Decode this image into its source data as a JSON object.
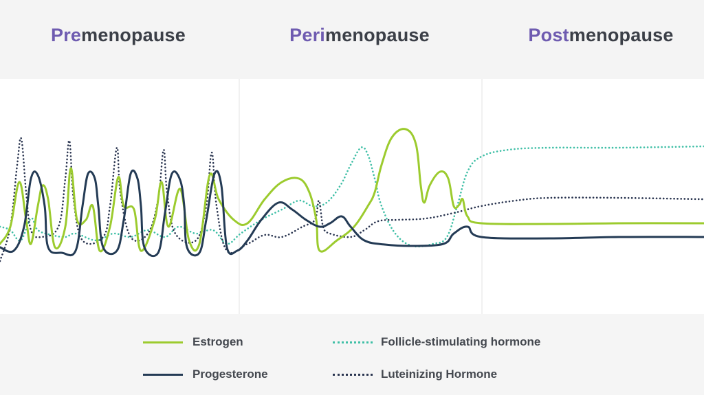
{
  "phases": [
    {
      "prefix": "Pre",
      "rest": "menopause"
    },
    {
      "prefix": "Peri",
      "rest": "menopause"
    },
    {
      "prefix": "Post",
      "rest": "menopause"
    }
  ],
  "colors": {
    "accent": "#6e5bb0",
    "estrogen": "#9ccb2e",
    "progesterone": "#243b55",
    "fsh": "#3fbfa6",
    "lh": "#2a3550"
  },
  "chart_data": {
    "type": "line",
    "title": "",
    "xlabel": "",
    "ylabel": "",
    "xlim": [
      0,
      102.4
    ],
    "ylim": [
      0,
      34.2
    ],
    "grid": false,
    "phase_boundaries": [
      34.8,
      70.1
    ],
    "legend_position": "bottom",
    "series": [
      {
        "name": "Estrogen",
        "style": "solid",
        "color": "#9ccb2e",
        "points": [
          [
            0,
            10.2
          ],
          [
            1.5,
            12.7
          ],
          [
            2.8,
            19.2
          ],
          [
            3.8,
            13.7
          ],
          [
            4.5,
            10.2
          ],
          [
            5.5,
            15.7
          ],
          [
            6.2,
            18.7
          ],
          [
            7,
            16.7
          ],
          [
            8,
            9.7
          ],
          [
            9.5,
            12.7
          ],
          [
            10.3,
            21.2
          ],
          [
            11.2,
            13.7
          ],
          [
            12.5,
            13.7
          ],
          [
            13.5,
            15.7
          ],
          [
            14.5,
            9.2
          ],
          [
            16,
            12.7
          ],
          [
            17.2,
            19.9
          ],
          [
            18,
            15.7
          ],
          [
            19.5,
            15.2
          ],
          [
            20.5,
            9.2
          ],
          [
            22.5,
            13.7
          ],
          [
            23.5,
            19.2
          ],
          [
            24.5,
            12.7
          ],
          [
            26.2,
            18.2
          ],
          [
            27.5,
            10.7
          ],
          [
            29,
            10.2
          ],
          [
            30.5,
            20.2
          ],
          [
            31.8,
            16.7
          ],
          [
            34,
            13.7
          ],
          [
            36,
            13.2
          ],
          [
            38.5,
            16.7
          ],
          [
            41,
            19.2
          ],
          [
            43.5,
            19.7
          ],
          [
            45,
            17.7
          ],
          [
            46,
            13.7
          ],
          [
            46.5,
            9.2
          ],
          [
            49,
            10.7
          ],
          [
            51.5,
            12.7
          ],
          [
            53.5,
            15.7
          ],
          [
            54.5,
            17.7
          ],
          [
            55.5,
            21.7
          ],
          [
            57,
            25.7
          ],
          [
            59,
            26.9
          ],
          [
            60.5,
            24.7
          ],
          [
            61.2,
            18.7
          ],
          [
            61.7,
            16.2
          ],
          [
            62.5,
            18.7
          ],
          [
            64,
            20.7
          ],
          [
            65.2,
            19.7
          ],
          [
            66,
            15.7
          ],
          [
            66.8,
            15.9
          ],
          [
            67.3,
            16.7
          ],
          [
            68,
            14.2
          ],
          [
            70,
            13.2
          ],
          [
            80,
            13.1
          ],
          [
            90,
            13.2
          ],
          [
            102.4,
            13.2
          ]
        ]
      },
      {
        "name": "Progesterone",
        "style": "solid",
        "color": "#243b55",
        "points": [
          [
            0,
            9.7
          ],
          [
            2,
            9.2
          ],
          [
            3.5,
            12.7
          ],
          [
            4.5,
            19.7
          ],
          [
            5.5,
            20.2
          ],
          [
            6.5,
            15.7
          ],
          [
            7,
            9.7
          ],
          [
            9,
            8.9
          ],
          [
            11,
            9.2
          ],
          [
            12,
            15.7
          ],
          [
            12.8,
            20.4
          ],
          [
            13.8,
            19.7
          ],
          [
            14.3,
            15.7
          ],
          [
            15,
            9.7
          ],
          [
            17,
            9.2
          ],
          [
            18,
            13.7
          ],
          [
            19,
            20.4
          ],
          [
            20,
            19.7
          ],
          [
            20.5,
            15.7
          ],
          [
            21,
            9.7
          ],
          [
            23,
            8.9
          ],
          [
            24,
            14.7
          ],
          [
            25,
            20.4
          ],
          [
            26.2,
            19.5
          ],
          [
            26.8,
            15.7
          ],
          [
            27.2,
            9.7
          ],
          [
            29,
            8.9
          ],
          [
            30,
            13.7
          ],
          [
            31.2,
            20.4
          ],
          [
            32.2,
            18.7
          ],
          [
            33,
            9.7
          ],
          [
            34.5,
            9.2
          ],
          [
            36,
            10.7
          ],
          [
            38,
            13.7
          ],
          [
            40.5,
            16.2
          ],
          [
            42.5,
            15.2
          ],
          [
            44.5,
            13.7
          ],
          [
            46.5,
            12.7
          ],
          [
            48,
            13.2
          ],
          [
            49.7,
            14.2
          ],
          [
            51,
            12.7
          ],
          [
            53,
            10.7
          ],
          [
            56,
            10.1
          ],
          [
            60,
            9.9
          ],
          [
            64.5,
            10.2
          ],
          [
            66,
            11.7
          ],
          [
            68,
            12.7
          ],
          [
            70,
            11.2
          ],
          [
            80,
            11
          ],
          [
            90,
            11.2
          ],
          [
            102.4,
            11.2
          ]
        ]
      },
      {
        "name": "Follicle-stimulating hormone",
        "style": "dotted",
        "color": "#3fbfa6",
        "points": [
          [
            0,
            12.7
          ],
          [
            1.5,
            12.2
          ],
          [
            3,
            10.7
          ],
          [
            4.5,
            13.9
          ],
          [
            5.5,
            12.2
          ],
          [
            7.5,
            11.5
          ],
          [
            9.5,
            11.2
          ],
          [
            11,
            11.7
          ],
          [
            14,
            10.7
          ],
          [
            16.5,
            11.7
          ],
          [
            19,
            11.2
          ],
          [
            21.5,
            12.2
          ],
          [
            24,
            11.2
          ],
          [
            26,
            12.7
          ],
          [
            28.5,
            11.7
          ],
          [
            31,
            12.2
          ],
          [
            33,
            10.2
          ],
          [
            35,
            11.7
          ],
          [
            38,
            13.7
          ],
          [
            41,
            15.2
          ],
          [
            43.5,
            16.5
          ],
          [
            45.5,
            15.7
          ],
          [
            47.5,
            16.2
          ],
          [
            49.5,
            18.7
          ],
          [
            51,
            21.7
          ],
          [
            52.5,
            24.2
          ],
          [
            53.5,
            23.2
          ],
          [
            54.5,
            19.7
          ],
          [
            55.5,
            15.7
          ],
          [
            57.5,
            11.7
          ],
          [
            60,
            9.9
          ],
          [
            63,
            10.2
          ],
          [
            65,
            11.2
          ],
          [
            66.5,
            15.7
          ],
          [
            68,
            20.7
          ],
          [
            70,
            22.9
          ],
          [
            74,
            23.9
          ],
          [
            80,
            24.2
          ],
          [
            90,
            24.2
          ],
          [
            102.4,
            24.4
          ]
        ]
      },
      {
        "name": "Luteinizing Hormone",
        "style": "dotted",
        "color": "#2a3550",
        "points": [
          [
            0,
            7.7
          ],
          [
            1.5,
            12.7
          ],
          [
            2.5,
            21.7
          ],
          [
            3.1,
            25.5
          ],
          [
            3.8,
            17.7
          ],
          [
            4.5,
            12.2
          ],
          [
            6,
            11.2
          ],
          [
            8.5,
            12.7
          ],
          [
            9.5,
            19.7
          ],
          [
            10.1,
            25.2
          ],
          [
            10.7,
            16.7
          ],
          [
            12,
            10.7
          ],
          [
            15,
            11.2
          ],
          [
            16,
            15.7
          ],
          [
            17,
            24.2
          ],
          [
            17.5,
            17.7
          ],
          [
            19,
            11.2
          ],
          [
            21.5,
            11.7
          ],
          [
            23,
            16.7
          ],
          [
            23.8,
            23.9
          ],
          [
            24.3,
            17.7
          ],
          [
            25.5,
            11.7
          ],
          [
            28.5,
            10.7
          ],
          [
            30,
            15.7
          ],
          [
            30.8,
            23.5
          ],
          [
            31.5,
            15.7
          ],
          [
            33,
            9.2
          ],
          [
            36,
            10.2
          ],
          [
            38.5,
            11.5
          ],
          [
            41,
            11.2
          ],
          [
            44,
            12.7
          ],
          [
            45.8,
            13.7
          ],
          [
            46.4,
            16.5
          ],
          [
            47,
            12.7
          ],
          [
            48,
            11.7
          ],
          [
            51,
            11.2
          ],
          [
            53,
            12.2
          ],
          [
            55,
            13.5
          ],
          [
            58,
            13.7
          ],
          [
            62,
            13.9
          ],
          [
            66,
            14.7
          ],
          [
            70,
            15.7
          ],
          [
            75,
            16.5
          ],
          [
            80,
            16.9
          ],
          [
            90,
            16.9
          ],
          [
            102.4,
            16.7
          ]
        ]
      }
    ],
    "legend": [
      "Estrogen",
      "Follicle-stimulating hormone",
      "Progesterone",
      "Luteinizing Hormone"
    ]
  }
}
